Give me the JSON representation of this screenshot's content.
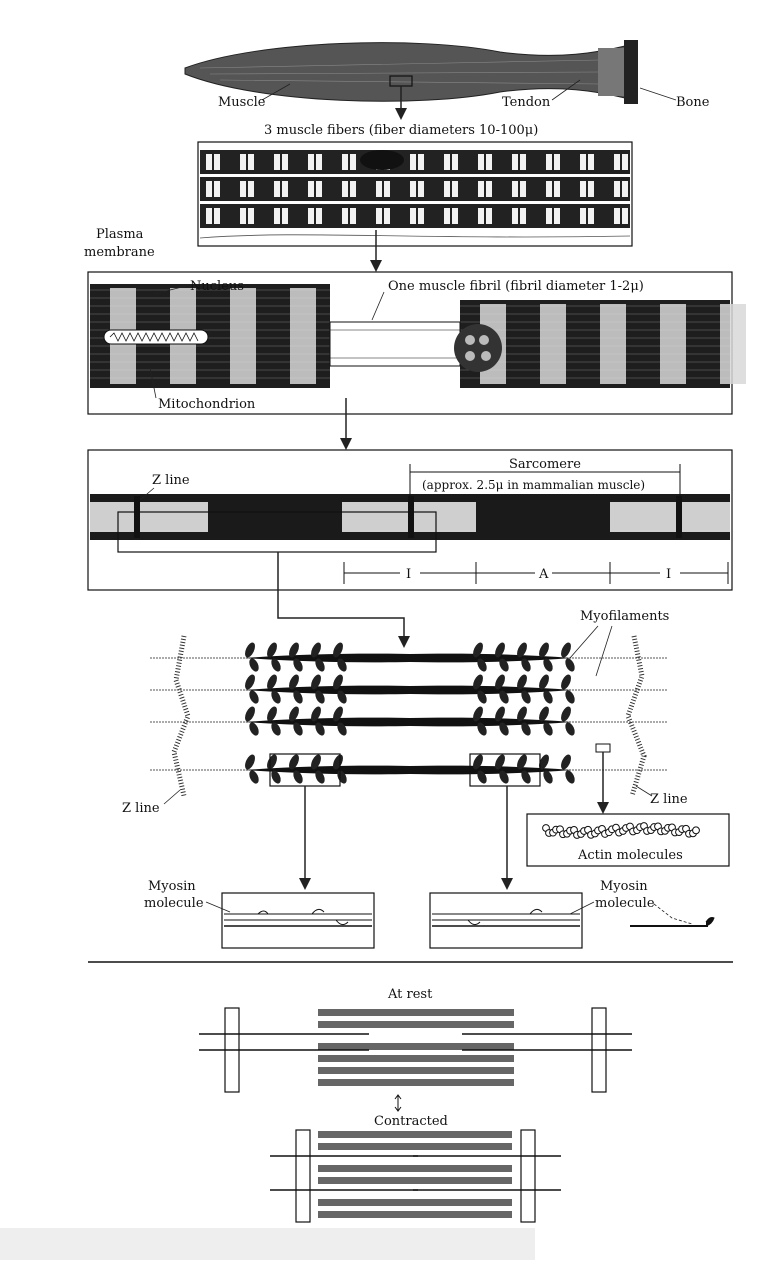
{
  "muscle": {
    "muscle_label": "Muscle",
    "tendon_label": "Tendon",
    "bone_label": "Bone"
  },
  "fibers": {
    "caption": "3 muscle fibers (fiber diameters 10-100μ)"
  },
  "fibril": {
    "plasma_membrane_line1": "Plasma",
    "plasma_membrane_line2": "membrane",
    "nucleus_label": "Nucleus",
    "caption": "One muscle fibril (fibril diameter 1-2μ)",
    "mitochondrion_label": "Mitochondrion"
  },
  "sarcomere": {
    "z_line_label": "Z line",
    "title": "Sarcomere",
    "subtitle": "(approx. 2.5μ in mammalian muscle)",
    "band_i_left": "I",
    "band_a": "A",
    "band_i_right": "I"
  },
  "filaments": {
    "myofilaments_label": "Myofilaments",
    "z_line_left": "Z line",
    "z_line_right": "Z line",
    "actin_label": "Actin molecules",
    "myosin_left_line1": "Myosin",
    "myosin_left_line2": "molecule",
    "myosin_right_line1": "Myosin",
    "myosin_right_line2": "molecule"
  },
  "sliding": {
    "at_rest_label": "At rest",
    "contracted_label": "Contracted"
  }
}
